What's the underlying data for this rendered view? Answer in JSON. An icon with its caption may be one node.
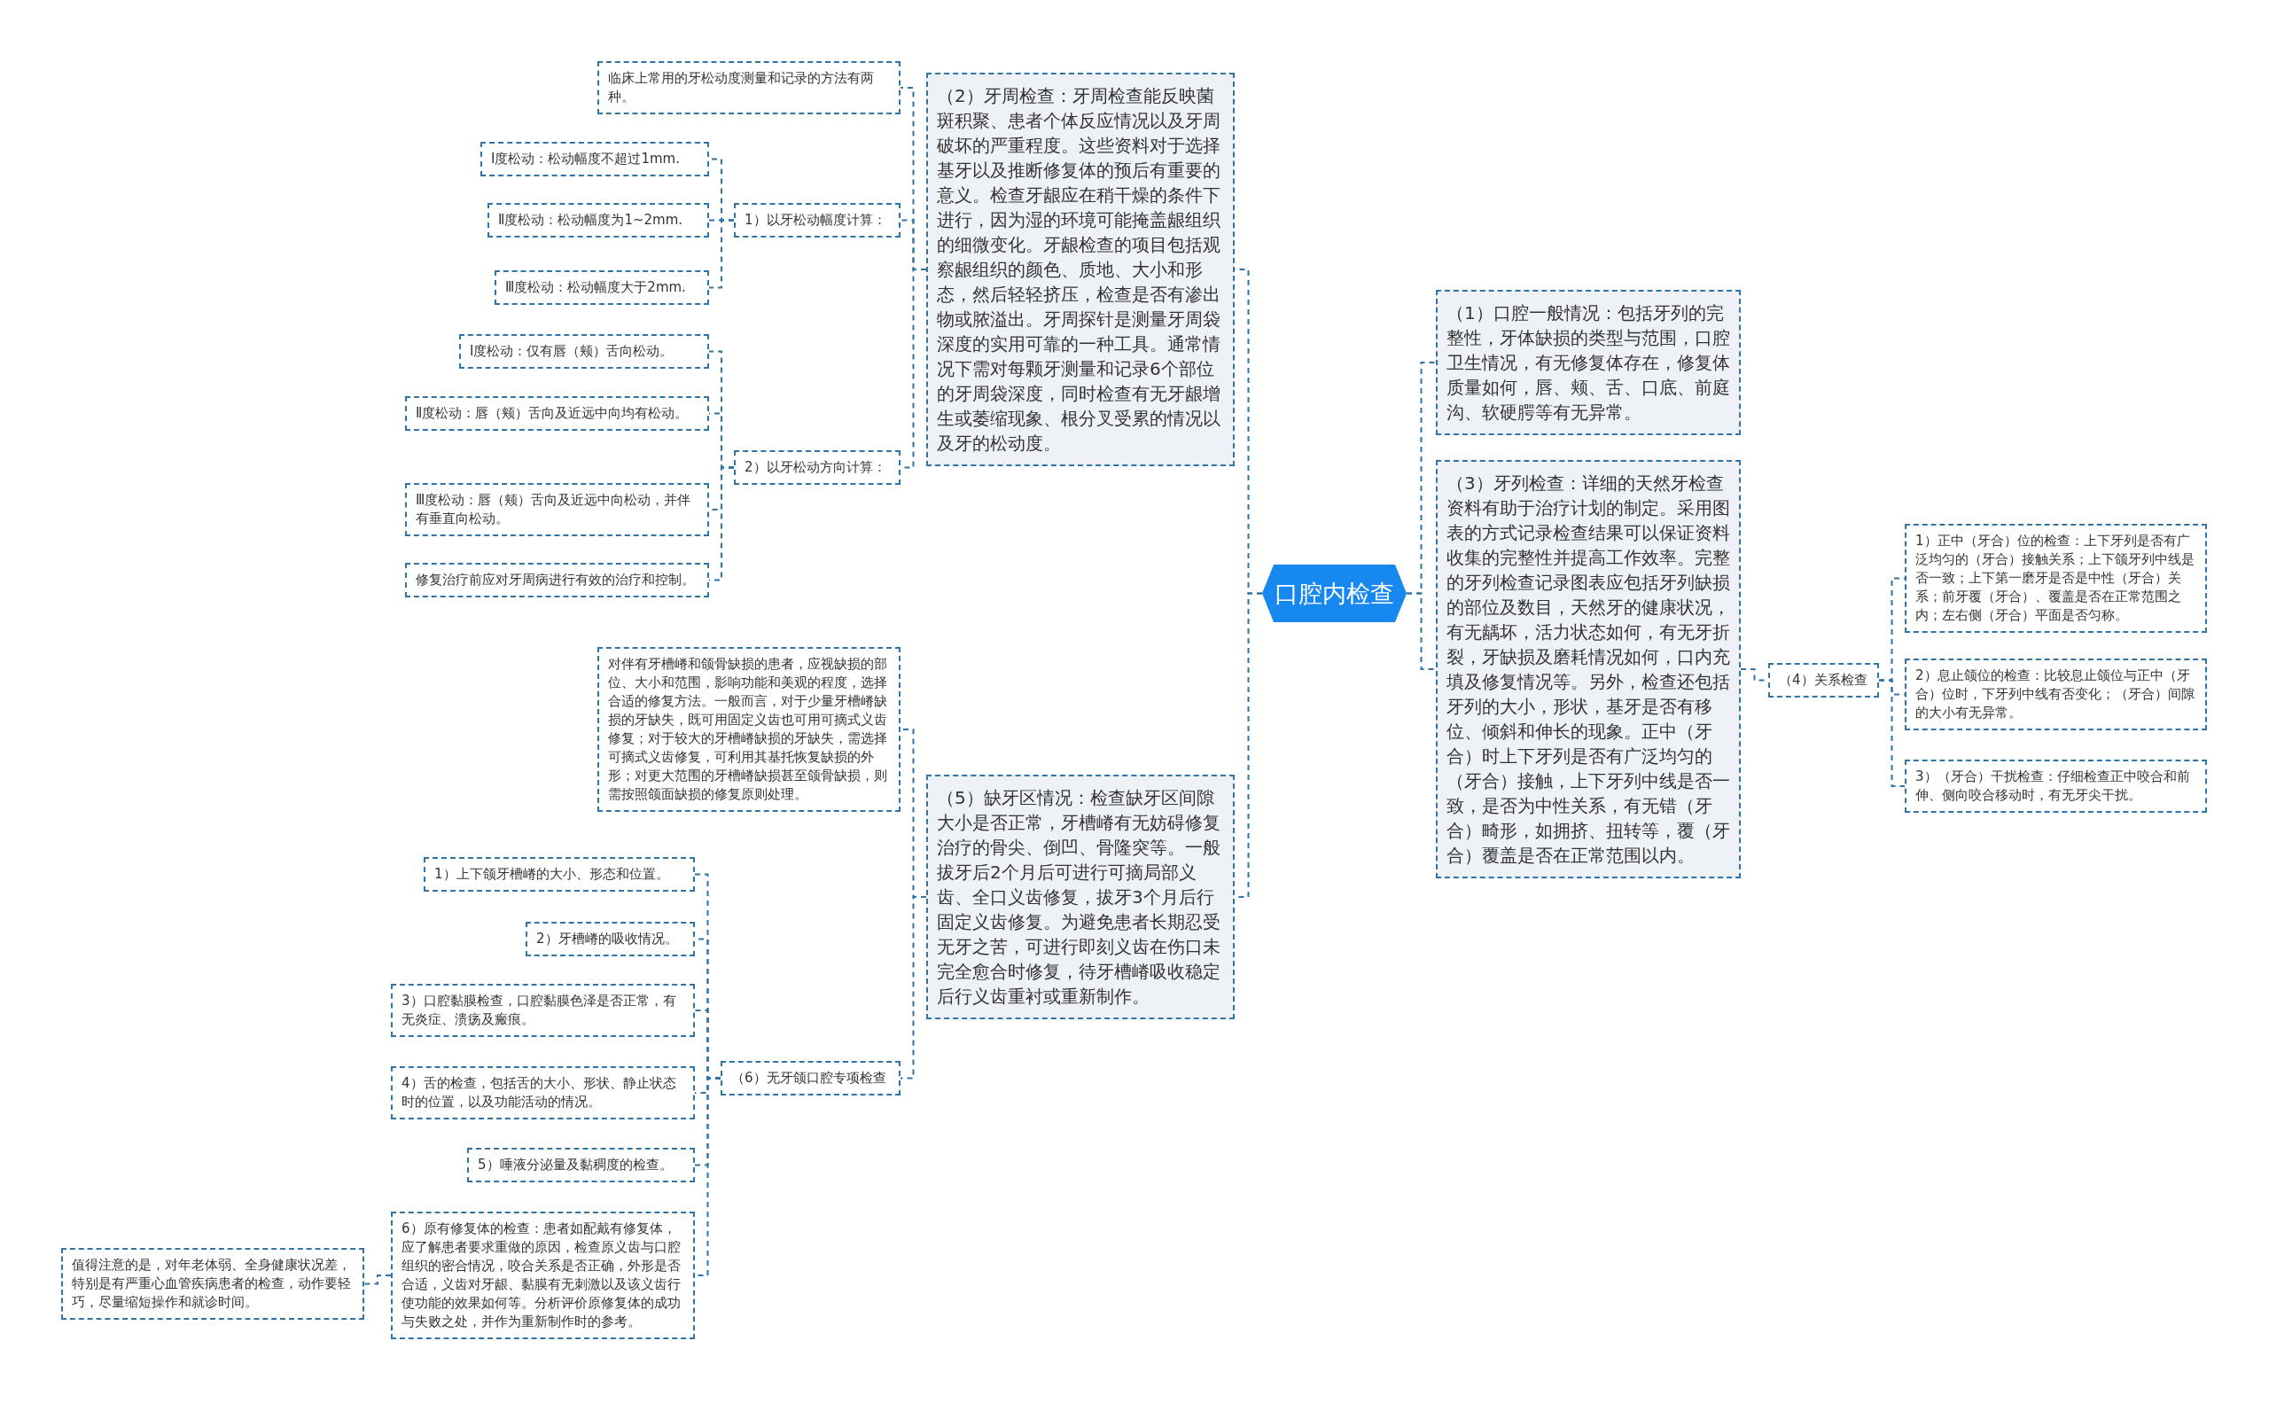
{
  "diagram": {
    "nodes": [
      {
        "text": [
          "口腔内检查"
        ]
      },
      {
        "text": [
          "（1）口腔一般情况：包括牙列的完整性，牙体缺损的类型与范围，口腔卫生情况，有无修复体存在，修复体质量如何，唇、颊、舌、口底、前庭沟、软硬腭等有无异常。"
        ]
      },
      {
        "text": [
          "（2）牙周检查：牙周检查能反映菌斑积聚、患者个体反应情况以及牙周破坏的严重程度。这些资料对于选择基牙以及推断修复体的预后有重要的意义。检查牙龈应在稍干燥的条件下进行，因为湿的环境可能掩盖龈组织的细微变化。牙龈检查的项目包括观察龈组织的颜色、质地、大小和形态，然后轻轻挤压，检查是否有渗出物或脓溢出。牙周探针是测量牙周袋深度的实用可靠的一种工具。通常情况下需对每颗牙测量和记录6个部位的牙周袋深度，同时检查有无牙龈增生或萎缩现象、根分叉受累的情况以及牙的松动度。"
        ]
      },
      {
        "text": [
          "临床上常用的牙松动度测量和记录的方法有两种。"
        ]
      },
      {
        "text": [
          "1）以牙松动幅度计算："
        ]
      },
      {
        "text": [
          "Ⅰ度松动：松动幅度不超过1mm."
        ]
      },
      {
        "text": [
          "Ⅱ度松动：松动幅度为1~2mm."
        ]
      },
      {
        "text": [
          "Ⅲ度松动：松动幅度大于2mm."
        ]
      },
      {
        "text": [
          "2）以牙松动方向计算："
        ]
      },
      {
        "text": [
          "Ⅰ度松动：仅有唇（颊）舌向松动。"
        ]
      },
      {
        "text": [
          "Ⅱ度松动：唇（颊）舌向及近远中向均有松动。"
        ]
      },
      {
        "text": [
          "Ⅲ度松动：唇（颊）舌向及近远中向松动，并伴有垂直向松动。"
        ]
      },
      {
        "text": [
          "修复治疗前应对牙周病进行有效的治疗和控制。"
        ]
      },
      {
        "text": [
          "（3）牙列检查：详细的天然牙检查资料有助于治疗计划的制定。采用图表的方式记录检查结果可以保证资料收集的完整性并提高工作效率。完整的牙列检查记录图表应包括牙列缺损的部位及数目，天然牙的健康状况，有无龋坏，活力状态如何，有无牙折裂，牙缺损及磨耗情况如何，口内充填及修复情况等。另外，检查还包括牙列的大小，形状，基牙是否有移位、倾斜和伸长的现象。正中（牙合）时上下牙列是否有广泛均匀的（牙合）接触，上下牙列中线是否一致，是否为中性关系，有无错（牙合）畸形，如拥挤、扭转等，覆（牙合）覆盖是否在正常范围以内。"
        ]
      },
      {
        "text": [
          "（4）关系检查"
        ]
      },
      {
        "text": [
          "1）正中（牙合）位的检查：上下牙列是否有广泛均匀的（牙合）接触关系；上下颌牙列中线是否一致；上下第一磨牙是否是中性（牙合）关系；前牙覆（牙合）、覆盖是否在正常范围之内；左右侧（牙合）平面是否匀称。"
        ]
      },
      {
        "text": [
          "2）息止颌位的检查：比较息止颌位与正中（牙合）位时，下牙列中线有否变化；（牙合）间隙的大小有无异常。"
        ]
      },
      {
        "text": [
          "3）（牙合）干扰检查：仔细检查正中咬合和前伸、侧向咬合移动时，有无牙尖干扰。"
        ]
      },
      {
        "text": [
          "（5）缺牙区情况：检查缺牙区间隙大小是否正常，牙槽嵴有无妨碍修复治疗的骨尖、倒凹、骨隆突等。一般拔牙后2个月后可进行可摘局部义齿、全口义齿修复，拔牙3个月后行固定义齿修复。为避免患者长期忍受无牙之苦，可进行即刻义齿在伤口未完全愈合时修复，待牙槽嵴吸收稳定后行义齿重衬或重新制作。"
        ]
      },
      {
        "text": [
          "对伴有牙槽嵴和颌骨缺损的患者，应视缺损的部位、大小和范围，影响功能和美观的程度，选择合适的修复方法。一般而言，对于少量牙槽嵴缺损的牙缺失，既可用固定义齿也可用可摘式义齿修复；对于较大的牙槽嵴缺损的牙缺失，需选择可摘式义齿修复，可利用其基托恢复缺损的外形；对更大范围的牙槽嵴缺损甚至颌骨缺损，则需按照颌面缺损的修复原则处理。"
        ]
      },
      {
        "text": [
          "（6）无牙颌口腔专项检查"
        ]
      },
      {
        "text": [
          "1）上下颌牙槽嵴的大小、形态和位置。"
        ]
      },
      {
        "text": [
          "2）牙槽嵴的吸收情况。"
        ]
      },
      {
        "text": [
          "3）口腔黏膜检查，口腔黏膜色泽是否正常，有无炎症、溃疡及瘢痕。"
        ]
      },
      {
        "text": [
          "4）舌的检查，包括舌的大小、形状、静止状态时的位置，以及功能活动的情况。"
        ]
      },
      {
        "text": [
          "5）唾液分泌量及黏稠度的检查。"
        ]
      },
      {
        "text": [
          "6）原有修复体的检查：患者如配戴有修复体，应了解患者要求重做的原因，检查原义齿与口腔组织的密合情况，咬合关系是否正确，外形是否合适，义齿对牙龈、黏膜有无刺激以及该义齿行使功能的效果如何等。分析评价原修复体的成功与失败之处，并作为重新制作时的参考。"
        ]
      },
      {
        "text": [
          "值得注意的是，对年老体弱、全身健康状况差，特别是有严重心血管疾病患者的检查，动作要轻巧，尽量缩短操作和就诊时间。"
        ]
      }
    ],
    "edges": [
      {
        "from": 0,
        "to": 1,
        "arrow": "none"
      },
      {
        "from": 0,
        "to": 2,
        "arrow": "none"
      },
      {
        "from": 2,
        "to": 3,
        "arrow": "none"
      },
      {
        "from": 2,
        "to": 4,
        "arrow": "none"
      },
      {
        "from": 4,
        "to": 5,
        "arrow": "none"
      },
      {
        "from": 4,
        "to": 6,
        "arrow": "none"
      },
      {
        "from": 4,
        "to": 7,
        "arrow": "none"
      },
      {
        "from": 2,
        "to": 8,
        "arrow": "none"
      },
      {
        "from": 8,
        "to": 9,
        "arrow": "none"
      },
      {
        "from": 8,
        "to": 10,
        "arrow": "none"
      },
      {
        "from": 8,
        "to": 11,
        "arrow": "none"
      },
      {
        "from": 8,
        "to": 12,
        "arrow": "none"
      },
      {
        "from": 0,
        "to": 13,
        "arrow": "none"
      },
      {
        "from": 13,
        "to": 14,
        "arrow": "none"
      },
      {
        "from": 14,
        "to": 15,
        "arrow": "none"
      },
      {
        "from": 14,
        "to": 16,
        "arrow": "none"
      },
      {
        "from": 14,
        "to": 17,
        "arrow": "none"
      },
      {
        "from": 0,
        "to": 18,
        "arrow": "none"
      },
      {
        "from": 18,
        "to": 19,
        "arrow": "none"
      },
      {
        "from": 18,
        "to": 20,
        "arrow": "none"
      },
      {
        "from": 20,
        "to": 21,
        "arrow": "none"
      },
      {
        "from": 20,
        "to": 22,
        "arrow": "none"
      },
      {
        "from": 20,
        "to": 23,
        "arrow": "none"
      },
      {
        "from": 20,
        "to": 24,
        "arrow": "none"
      },
      {
        "from": 20,
        "to": 25,
        "arrow": "none"
      },
      {
        "from": 20,
        "to": 26,
        "arrow": "none"
      },
      {
        "from": 26,
        "to": 27,
        "arrow": "none"
      }
    ]
  }
}
